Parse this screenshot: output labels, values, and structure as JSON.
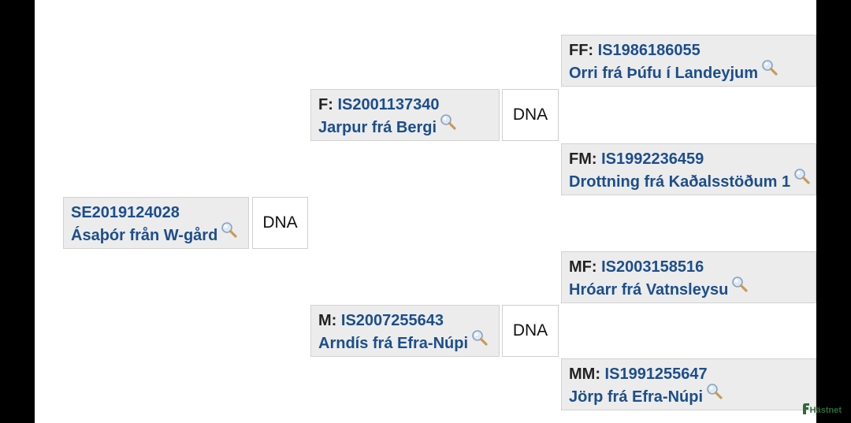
{
  "root": {
    "code": "SE2019124028",
    "name": "Ásaþór från W-gård",
    "dna": "DNA"
  },
  "sire": {
    "prefix": "F:",
    "code": "IS2001137340",
    "name": "Jarpur frá Bergi",
    "dna": "DNA"
  },
  "dam": {
    "prefix": "M:",
    "code": "IS2007255643",
    "name": "Arndís frá Efra-Núpi",
    "dna": "DNA"
  },
  "ff": {
    "prefix": "FF:",
    "code": "IS1986186055",
    "name": "Orri frá Þúfu í Landeyjum"
  },
  "fm": {
    "prefix": "FM:",
    "code": "IS1992236459",
    "name": "Drottning frá Kaðalsstöðum 1"
  },
  "mf": {
    "prefix": "MF:",
    "code": "IS2003158516",
    "name": "Hróarr frá Vatnsleysu"
  },
  "mm": {
    "prefix": "MM:",
    "code": "IS1991255647",
    "name": "Jörp frá Efra-Núpi"
  },
  "logo": {
    "text": "Hästnet"
  },
  "colors": {
    "link": "#1c4e8c",
    "card": "#ececec",
    "brand": "#2e6b3a"
  },
  "icons": {
    "search": "magnifier-icon",
    "brand": "logo-icon"
  }
}
